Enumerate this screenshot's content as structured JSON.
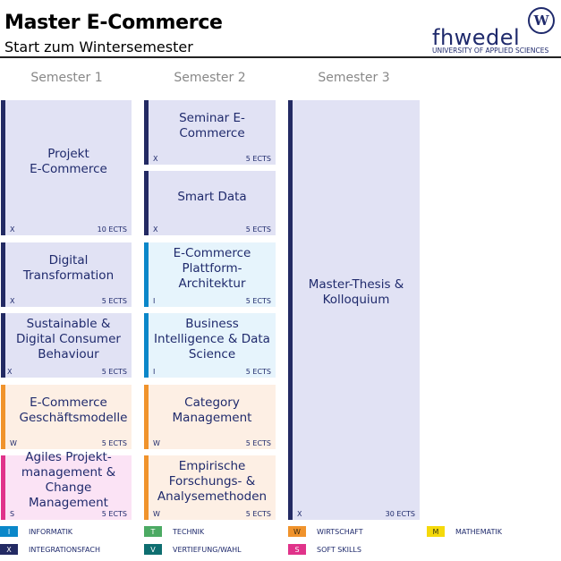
{
  "header": {
    "title": "Master E-Commerce",
    "subtitle": "Start zum Wintersemester",
    "logo": {
      "brand": "fhwedel",
      "badge": "W",
      "tagline": "UNIVERSITY OF APPLIED SCIENCES"
    }
  },
  "colors": {
    "X": {
      "border": "#232a63",
      "bg": "#e1e2f4"
    },
    "I": {
      "border": "#0a87c9",
      "bg": "#e6f4fc"
    },
    "W": {
      "border": "#f0932c",
      "bg": "#fdefe4"
    },
    "S": {
      "border": "#e0338a",
      "bg": "#fbe3f5"
    },
    "T": {
      "border": "#4caa63"
    },
    "V": {
      "border": "#0e6e70"
    },
    "M": {
      "border": "#f5d90a"
    }
  },
  "semesters": [
    {
      "label": "Semester 1",
      "modules": [
        {
          "name": "Projekt\nE-Commerce",
          "code": "X",
          "ects": "10 ECTS"
        },
        {
          "name": "Digital Transformation",
          "code": "X",
          "ects": "5 ECTS"
        },
        {
          "name": "Sustainable & Digital Consumer Behaviour",
          "code": "X",
          "ects": "5 ECTS"
        },
        {
          "name": "E-Commerce Geschäftsmodelle",
          "code": "W",
          "ects": "5 ECTS"
        },
        {
          "name": "Agiles Projekt-management & Change Management",
          "code": "S",
          "ects": "5 ECTS"
        }
      ]
    },
    {
      "label": "Semester 2",
      "modules": [
        {
          "name": "Seminar E-Commerce",
          "code": "X",
          "ects": "5 ECTS"
        },
        {
          "name": "Smart Data",
          "code": "X",
          "ects": "5 ECTS"
        },
        {
          "name": "E-Commerce Plattform-Architektur",
          "code": "I",
          "ects": "5 ECTS"
        },
        {
          "name": "Business Intelligence & Data Science",
          "code": "I",
          "ects": "5 ECTS"
        },
        {
          "name": "Category Management",
          "code": "W",
          "ects": "5 ECTS"
        },
        {
          "name": "Empirische Forschungs- & Analysemethoden",
          "code": "W",
          "ects": "5 ECTS"
        }
      ]
    },
    {
      "label": "Semester 3",
      "modules": [
        {
          "name": "Master-Thesis & Kolloquium",
          "code": "X",
          "ects": "30 ECTS"
        }
      ]
    }
  ],
  "legend": [
    {
      "code": "I",
      "label": "INFORMATIK"
    },
    {
      "code": "X",
      "label": "INTEGRATIONSFACH"
    },
    {
      "code": "T",
      "label": "TECHNIK"
    },
    {
      "code": "V",
      "label": "VERTIEFUNG/WAHL"
    },
    {
      "code": "W",
      "label": "WIRTSCHAFT"
    },
    {
      "code": "S",
      "label": "SOFT SKILLS"
    },
    {
      "code": "M",
      "label": "MATHEMATIK"
    }
  ]
}
